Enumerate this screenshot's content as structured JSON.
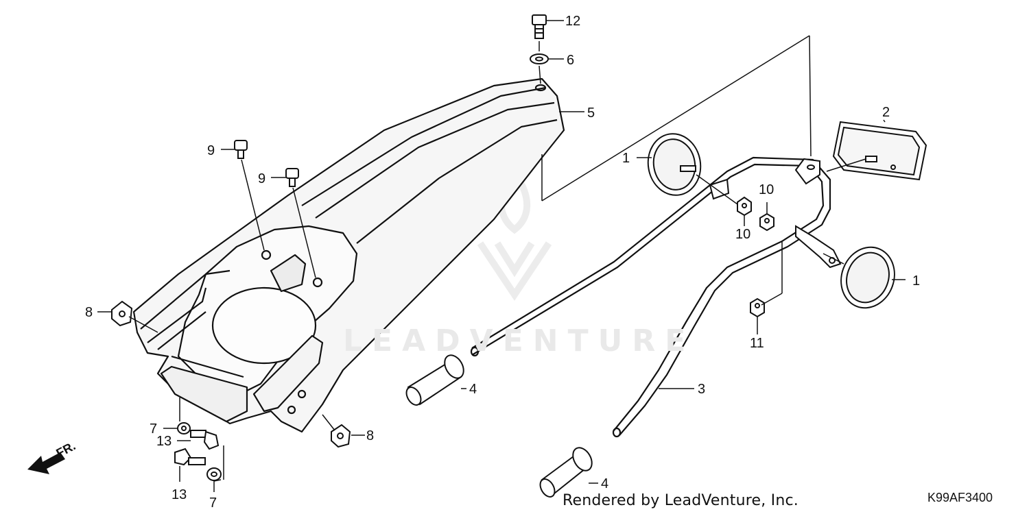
{
  "callouts": [
    {
      "id": "c12",
      "text": "12"
    },
    {
      "id": "c6",
      "text": "6"
    },
    {
      "id": "c5",
      "text": "5"
    },
    {
      "id": "c9a",
      "text": "9"
    },
    {
      "id": "c9b",
      "text": "9"
    },
    {
      "id": "c2",
      "text": "2"
    },
    {
      "id": "c1a",
      "text": "1"
    },
    {
      "id": "c10a",
      "text": "10"
    },
    {
      "id": "c10b",
      "text": "10"
    },
    {
      "id": "c1b",
      "text": "1"
    },
    {
      "id": "c8a",
      "text": "8"
    },
    {
      "id": "c11",
      "text": "11"
    },
    {
      "id": "c3",
      "text": "3"
    },
    {
      "id": "c4a",
      "text": "4"
    },
    {
      "id": "c8b",
      "text": "8"
    },
    {
      "id": "c7a",
      "text": "7"
    },
    {
      "id": "c13a",
      "text": "13"
    },
    {
      "id": "c13b",
      "text": "13"
    },
    {
      "id": "c7b",
      "text": "7"
    },
    {
      "id": "c4b",
      "text": "4"
    }
  ],
  "direction_label": "FR.",
  "watermark": "LEADVENTURE",
  "credit": "Rendered by LeadVenture, Inc.",
  "diagram_code": "K99AF3400"
}
